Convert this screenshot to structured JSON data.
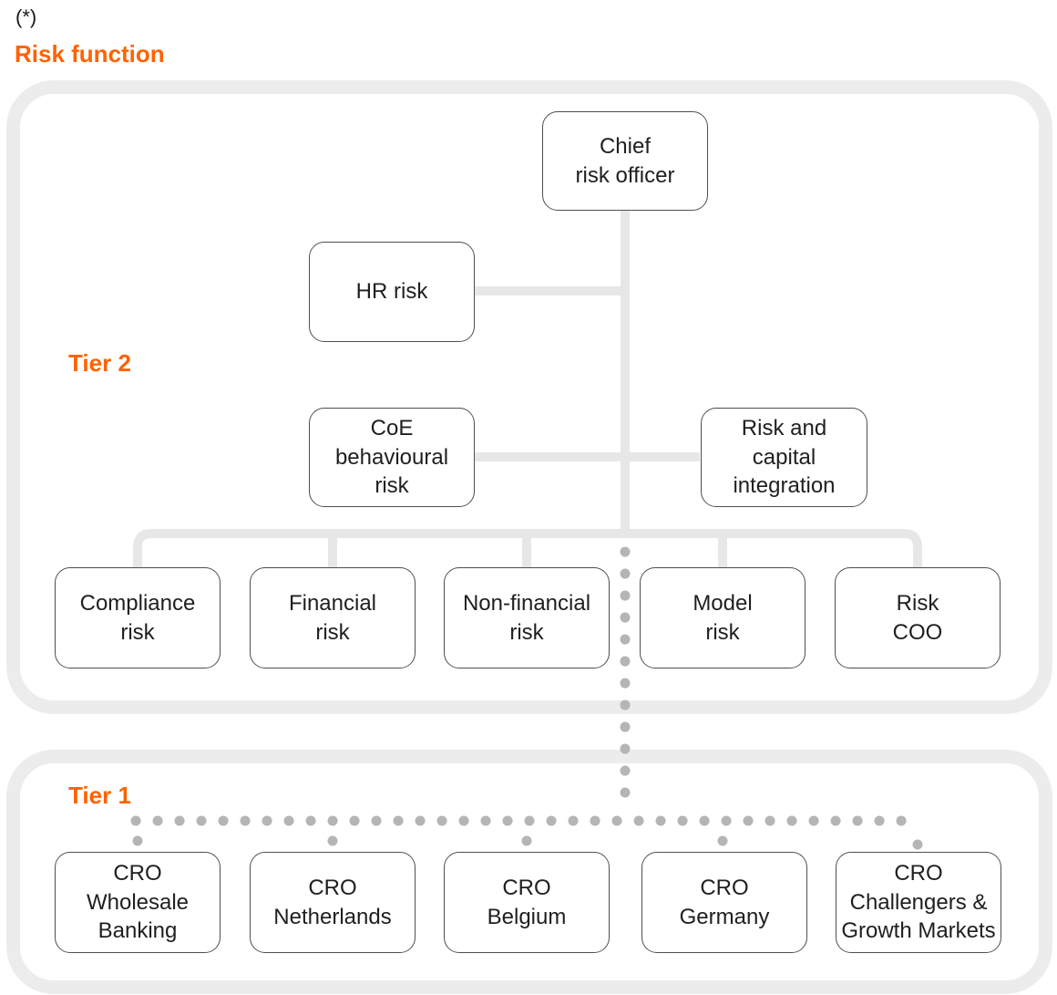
{
  "header": {
    "footnote_marker": "(*)",
    "title": "Risk function"
  },
  "colors": {
    "accent": "#ff6200",
    "container_border": "#ececec",
    "connector": "#e7e7e7",
    "dot": "#b5b5b5",
    "node_border": "#4f4f4f",
    "node_text": "#1f1f1f",
    "footnote_text": "#1a1a1a"
  },
  "tier2": {
    "label": "Tier 2",
    "chief": {
      "label": "Chief\nrisk officer"
    },
    "hr_risk": {
      "label": "HR risk"
    },
    "coe_behavioural_risk": {
      "label": "CoE\nbehavioural\nrisk"
    },
    "risk_and_capital_integration": {
      "label": "Risk and\ncapital\nintegration"
    },
    "row": [
      {
        "label": "Compliance\nrisk"
      },
      {
        "label": "Financial\nrisk"
      },
      {
        "label": "Non-financial\nrisk"
      },
      {
        "label": "Model\nrisk"
      },
      {
        "label": "Risk\nCOO"
      }
    ]
  },
  "tier1": {
    "label": "Tier 1",
    "row": [
      {
        "label": "CRO\nWholesale\nBanking"
      },
      {
        "label": "CRO\nNetherlands"
      },
      {
        "label": "CRO\nBelgium"
      },
      {
        "label": "CRO\nGermany"
      },
      {
        "label": "CRO\nChallengers &\nGrowth Markets"
      }
    ]
  }
}
